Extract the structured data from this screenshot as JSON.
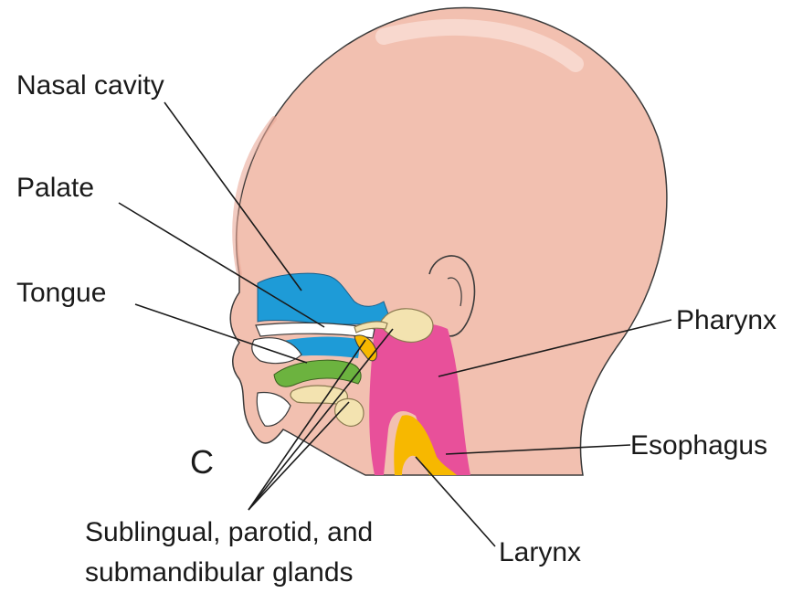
{
  "figure": {
    "panel_letter": "C",
    "labels": {
      "nasal_cavity": "Nasal cavity",
      "palate": "Palate",
      "tongue": "Tongue",
      "pharynx": "Pharynx",
      "esophagus": "Esophagus",
      "larynx": "Larynx",
      "glands_line1": "Sublingual, parotid, and",
      "glands_line2": "submandibular glands"
    },
    "colors": {
      "skin": "#f2c0b0",
      "skin_shadow": "#e9a898",
      "nasal_cavity": "#1e9bd7",
      "pharynx": "#e8509a",
      "esophagus": "#f7b800",
      "tongue": "#6cb33f",
      "glands": "#f3e3b0",
      "outline": "#3a3a3a"
    }
  }
}
